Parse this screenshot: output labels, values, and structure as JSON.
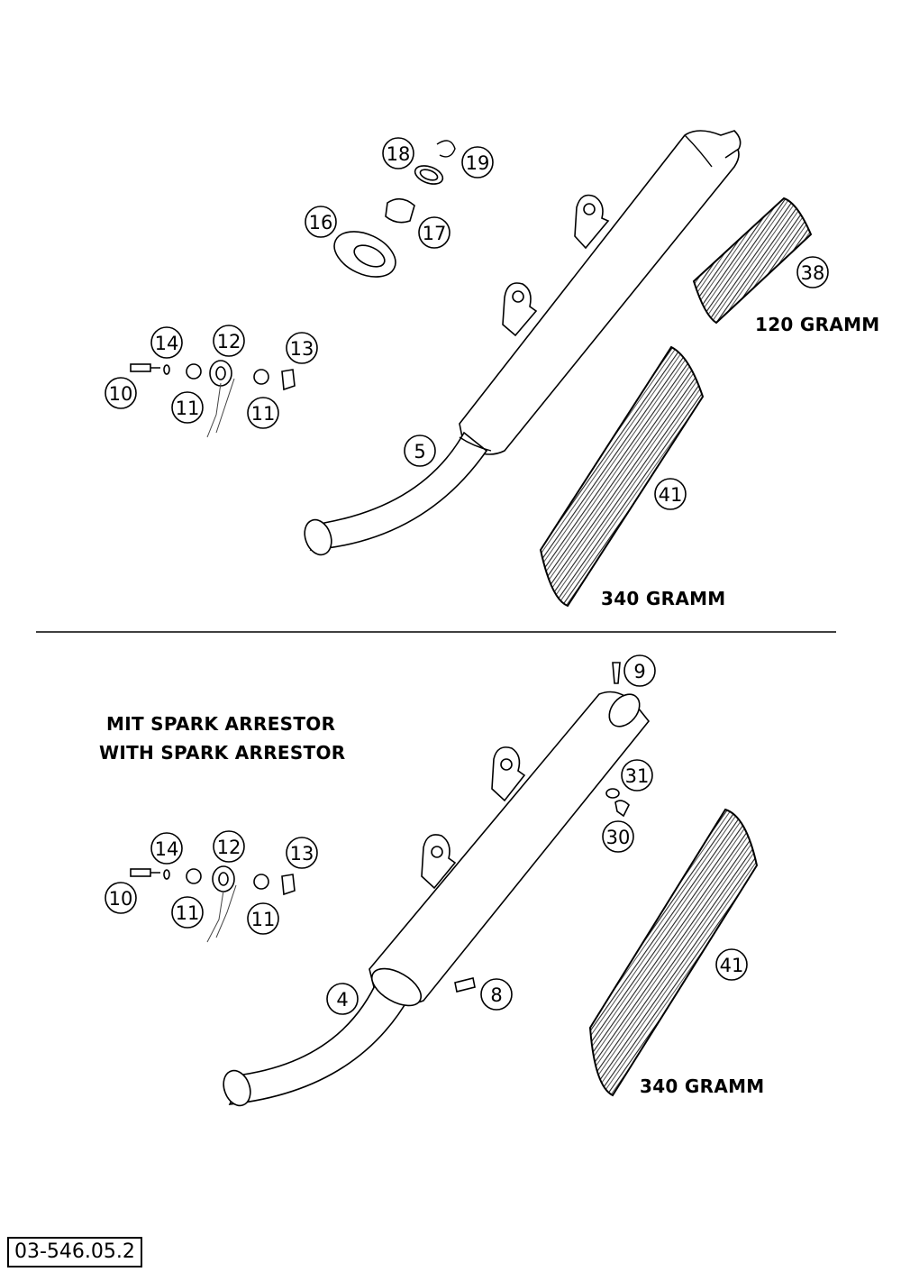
{
  "callouts": {
    "top": {
      "p5": "5",
      "p10": "10",
      "p11a": "11",
      "p11b": "11",
      "p12": "12",
      "p13": "13",
      "p14": "14",
      "p16": "16",
      "p17": "17",
      "p18": "18",
      "p19": "19",
      "p38": "38",
      "p41": "41"
    },
    "bottom": {
      "p4": "4",
      "p8": "8",
      "p9": "9",
      "p10": "10",
      "p11a": "11",
      "p11b": "11",
      "p12": "12",
      "p13": "13",
      "p14": "14",
      "p30": "30",
      "p31": "31",
      "p41": "41"
    }
  },
  "labels": {
    "weight_38": "120 GRAMM",
    "weight_41_top": "340 GRAMM",
    "weight_41_bottom": "340 GRAMM",
    "spark_de": "MIT SPARK ARRESTOR",
    "spark_en": "WITH SPARK ARRESTOR"
  },
  "drawing_code": "03-546.05.2"
}
